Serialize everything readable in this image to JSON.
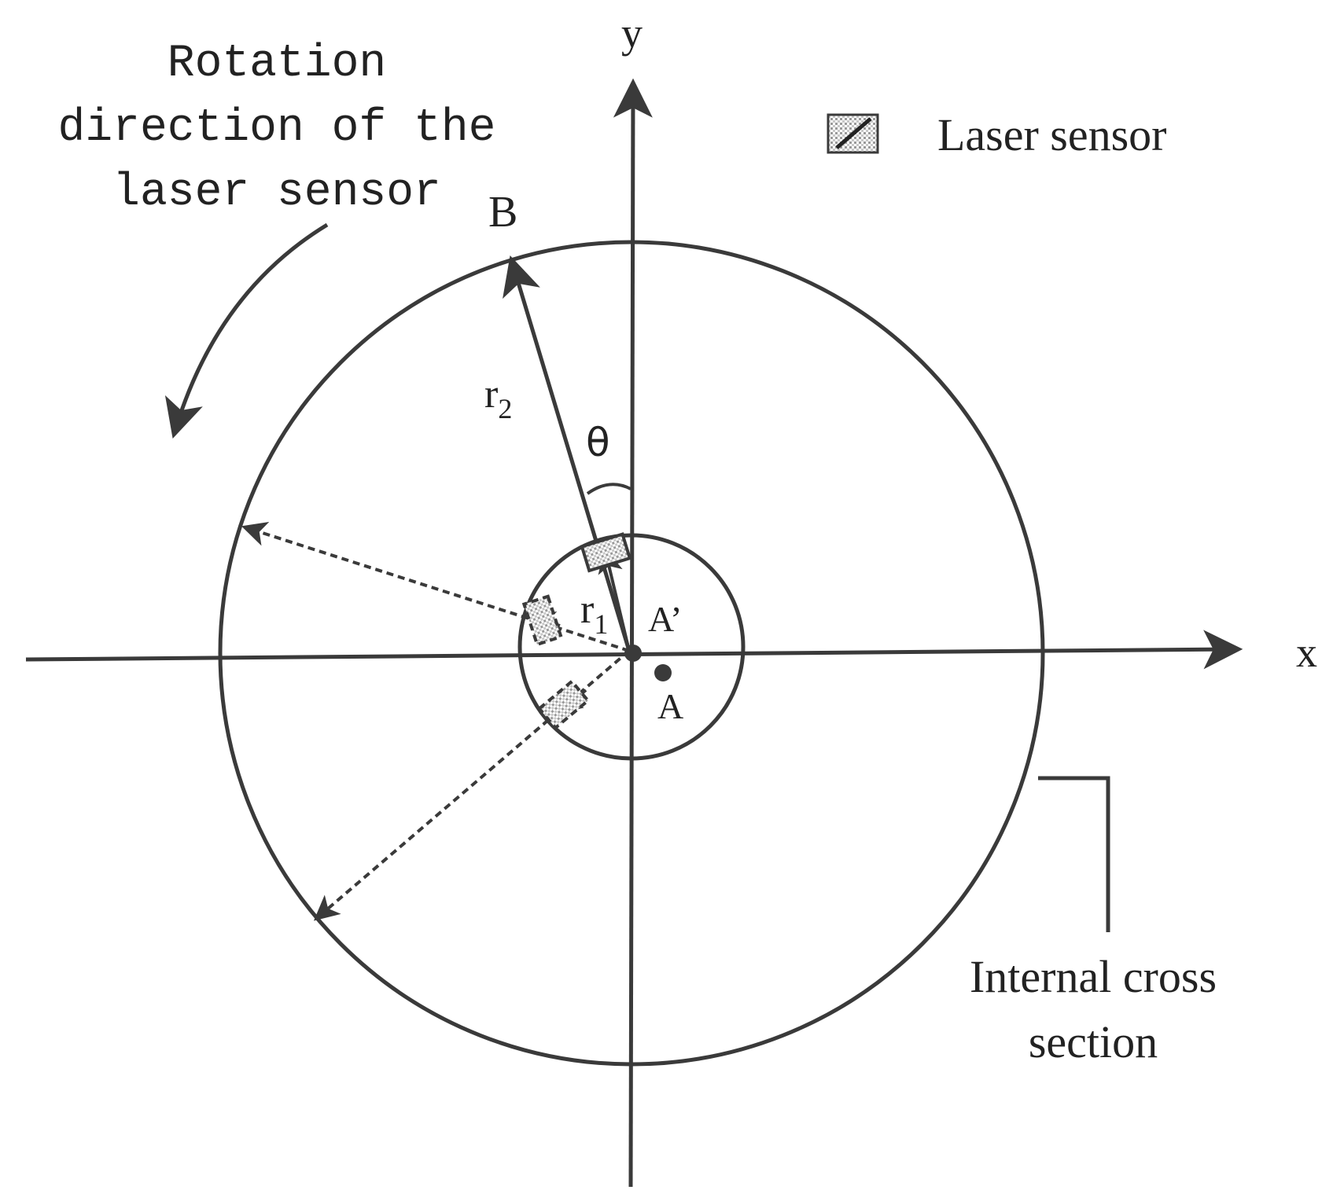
{
  "diagram": {
    "colors": {
      "stroke": "#3a3a3a",
      "background": "#ffffff"
    },
    "labels": {
      "axis_x": "x",
      "axis_y": "y",
      "point_a": "A",
      "point_a_prime": "A’",
      "point_b": "B",
      "angle_theta": "θ",
      "radius_r1": "r",
      "radius_r1_subscript": "1",
      "radius_r2": "r",
      "radius_r2_subscript": "2"
    },
    "rotation_note": {
      "line1": "Rotation",
      "line2": "direction of the",
      "line3": "laser sensor"
    },
    "legend": {
      "icon": "laser-sensor-icon",
      "label": "Laser sensor"
    },
    "callout": {
      "line1": "Internal cross",
      "line2": "section"
    }
  }
}
